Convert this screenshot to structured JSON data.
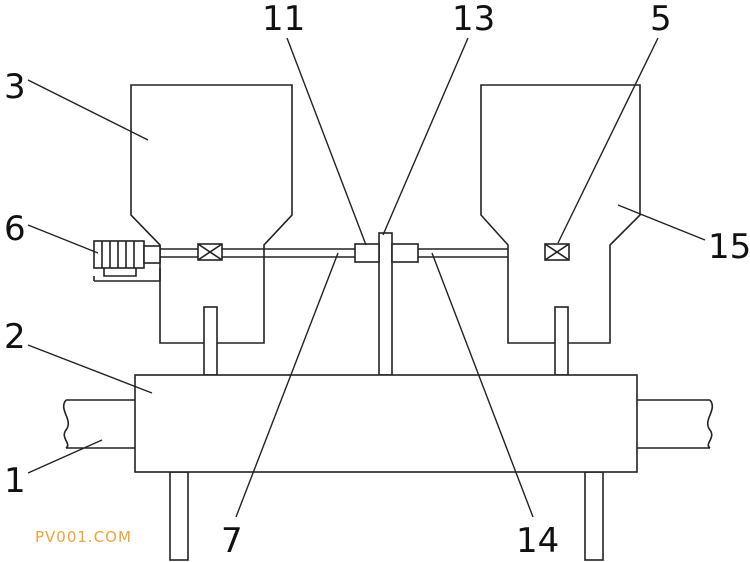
{
  "labels": {
    "l1": "1",
    "l2": "2",
    "l3": "3",
    "l5": "5",
    "l6": "6",
    "l7": "7",
    "l11": "11",
    "l13": "13",
    "l14": "14",
    "l15": "15"
  },
  "watermark": "PV001.COM"
}
